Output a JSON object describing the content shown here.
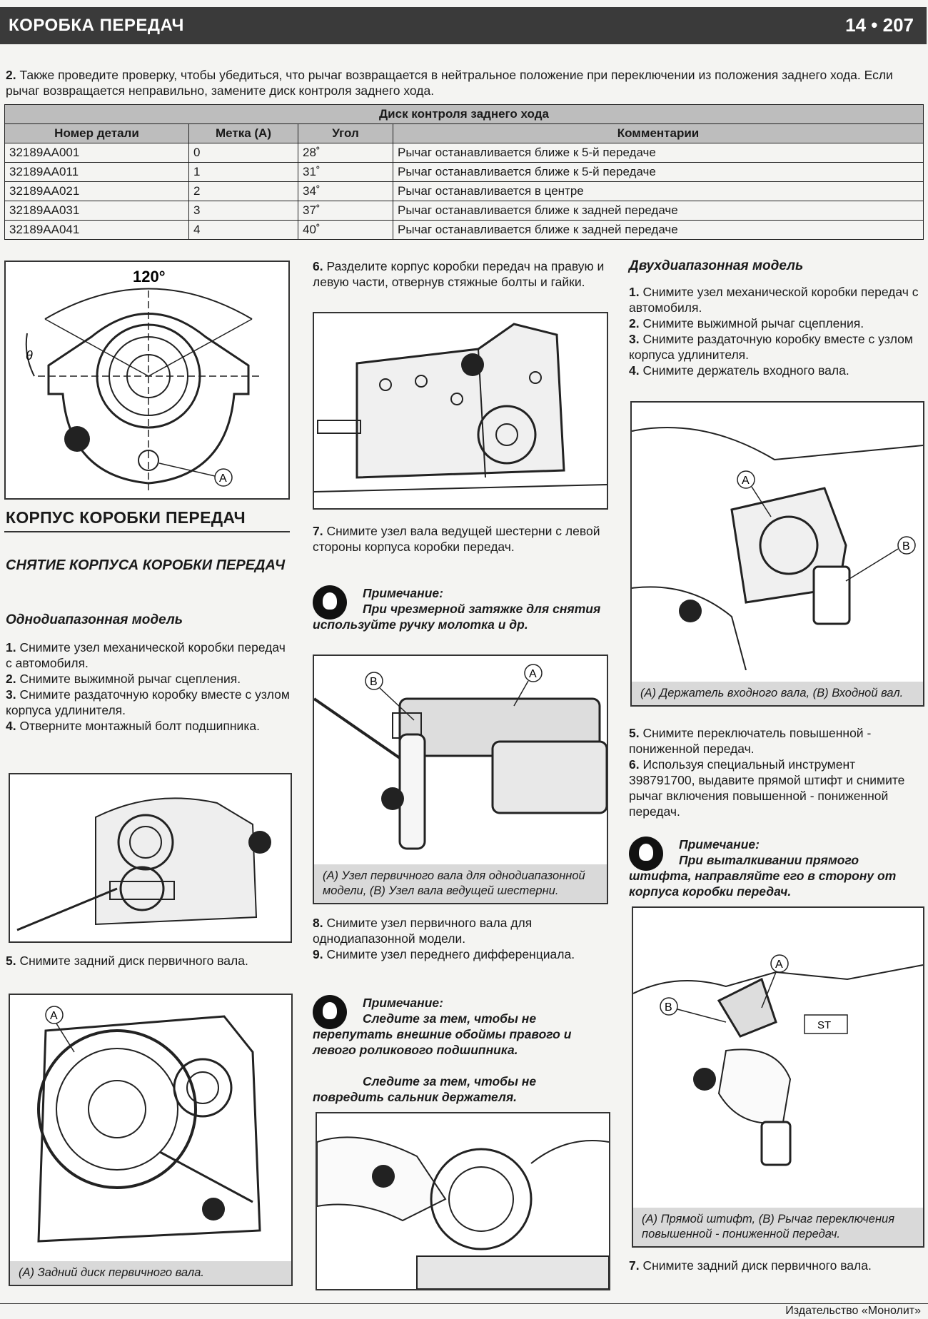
{
  "header": {
    "title": "КОРОБКА ПЕРЕДАЧ",
    "page": "14 • 207"
  },
  "intro": {
    "num": "2.",
    "text": "Также проведите проверку, чтобы убедиться, что рычаг возвращается в нейтральное положение при переключении из положения заднего хода. Если рычаг возвращается неправильно, замените диск контроля заднего хода."
  },
  "table": {
    "caption": "Диск контроля заднего хода",
    "headers": [
      "Номер детали",
      "Метка (A)",
      "Угол",
      "Комментарии"
    ],
    "rows": [
      [
        "32189AA001",
        "0",
        "28˚",
        "Рычаг останавливается ближе к 5-й передаче"
      ],
      [
        "32189AA011",
        "1",
        "31˚",
        "Рычаг останавливается ближе к 5-й передаче"
      ],
      [
        "32189AA021",
        "2",
        "34˚",
        "Рычаг останавливается в центре"
      ],
      [
        "32189AA031",
        "3",
        "37˚",
        "Рычаг останавливается ближе к задней передаче"
      ],
      [
        "32189AA041",
        "4",
        "40˚",
        "Рычаг останавливается ближе к задней передаче"
      ]
    ]
  },
  "fig1": {
    "angle": "120°",
    "theta": "θ",
    "label_a": "A"
  },
  "left": {
    "section_title": "КОРПУС КОРОБКИ ПЕРЕДАЧ",
    "sub_title": "СНЯТИЕ КОРПУСА КОРОБКИ ПЕРЕДАЧ",
    "model_title": "Однодиапазонная модель",
    "steps": [
      {
        "n": "1.",
        "t": "Снимите узел механической коробки передач с автомобиля."
      },
      {
        "n": "2.",
        "t": "Снимите выжимной рычаг сцепления."
      },
      {
        "n": "3.",
        "t": "Снимите раздаточную коробку вместе с узлом корпуса удлинителя."
      },
      {
        "n": "4.",
        "t": "Отверните монтажный болт подшипника."
      }
    ],
    "step5": {
      "n": "5.",
      "t": "Снимите задний диск первичного вала."
    },
    "fig3_caption": "(A) Задний диск первичного вала.",
    "fig3_label_a": "A"
  },
  "middle": {
    "step6": {
      "n": "6.",
      "t": "Разделите корпус коробки передач на правую и левую части, отвернув стяжные болты и гайки."
    },
    "step7": {
      "n": "7.",
      "t": "Снимите узел вала ведущей шестерни с левой стороны корпуса коробки передач."
    },
    "note1_title": "Примечание:",
    "note1_text": "При чрезмерной затяжке для снятия используйте ручку молотка и др.",
    "fig5_caption": "(A) Узел первичного вала для однодиапазонной модели, (B) Узел вала ведущей шестерни.",
    "fig5_label_a": "A",
    "fig5_label_b": "B",
    "step8": {
      "n": "8.",
      "t": "Снимите узел первичного вала для однодиапазонной модели."
    },
    "step9": {
      "n": "9.",
      "t": "Снимите узел переднего дифференциала."
    },
    "note2_title": "Примечание:",
    "note2_text1": "Следите за тем, чтобы не перепутать внешние обоймы правого и левого роликового подшипника.",
    "note2_text2": "Следите за тем, чтобы не повредить сальник держателя."
  },
  "right": {
    "model_title": "Двухдиапазонная модель",
    "steps": [
      {
        "n": "1.",
        "t": "Снимите узел механической коробки передач с автомобиля."
      },
      {
        "n": "2.",
        "t": "Снимите выжимной рычаг сцепления."
      },
      {
        "n": "3.",
        "t": "Снимите раздаточную коробку вместе с узлом корпуса удлинителя."
      },
      {
        "n": "4.",
        "t": "Снимите держатель входного вала."
      }
    ],
    "fig7_caption": "(A) Держатель входного вала, (B) Входной вал.",
    "fig7_label_a": "A",
    "fig7_label_b": "B",
    "step5": {
      "n": "5.",
      "t": "Снимите переключатель повышенной - пониженной передач."
    },
    "step6": {
      "n": "6.",
      "t": "Используя специальный инструмент 398791700, выдавите прямой штифт и снимите рычаг включения повышенной - пониженной передач."
    },
    "note_title": "Примечание:",
    "note_text": "При выталкивании прямого штифта, направляйте его в сторону от корпуса коробки передач.",
    "fig8_caption": "(A) Прямой штифт, (B) Рычаг переключения повышенной - пониженной передач.",
    "fig8_label_a": "A",
    "fig8_label_b": "B",
    "fig8_label_st": "ST",
    "step7": {
      "n": "7.",
      "t": "Снимите задний диск первичного вала."
    }
  },
  "footer": "Издательство «Монолит»"
}
